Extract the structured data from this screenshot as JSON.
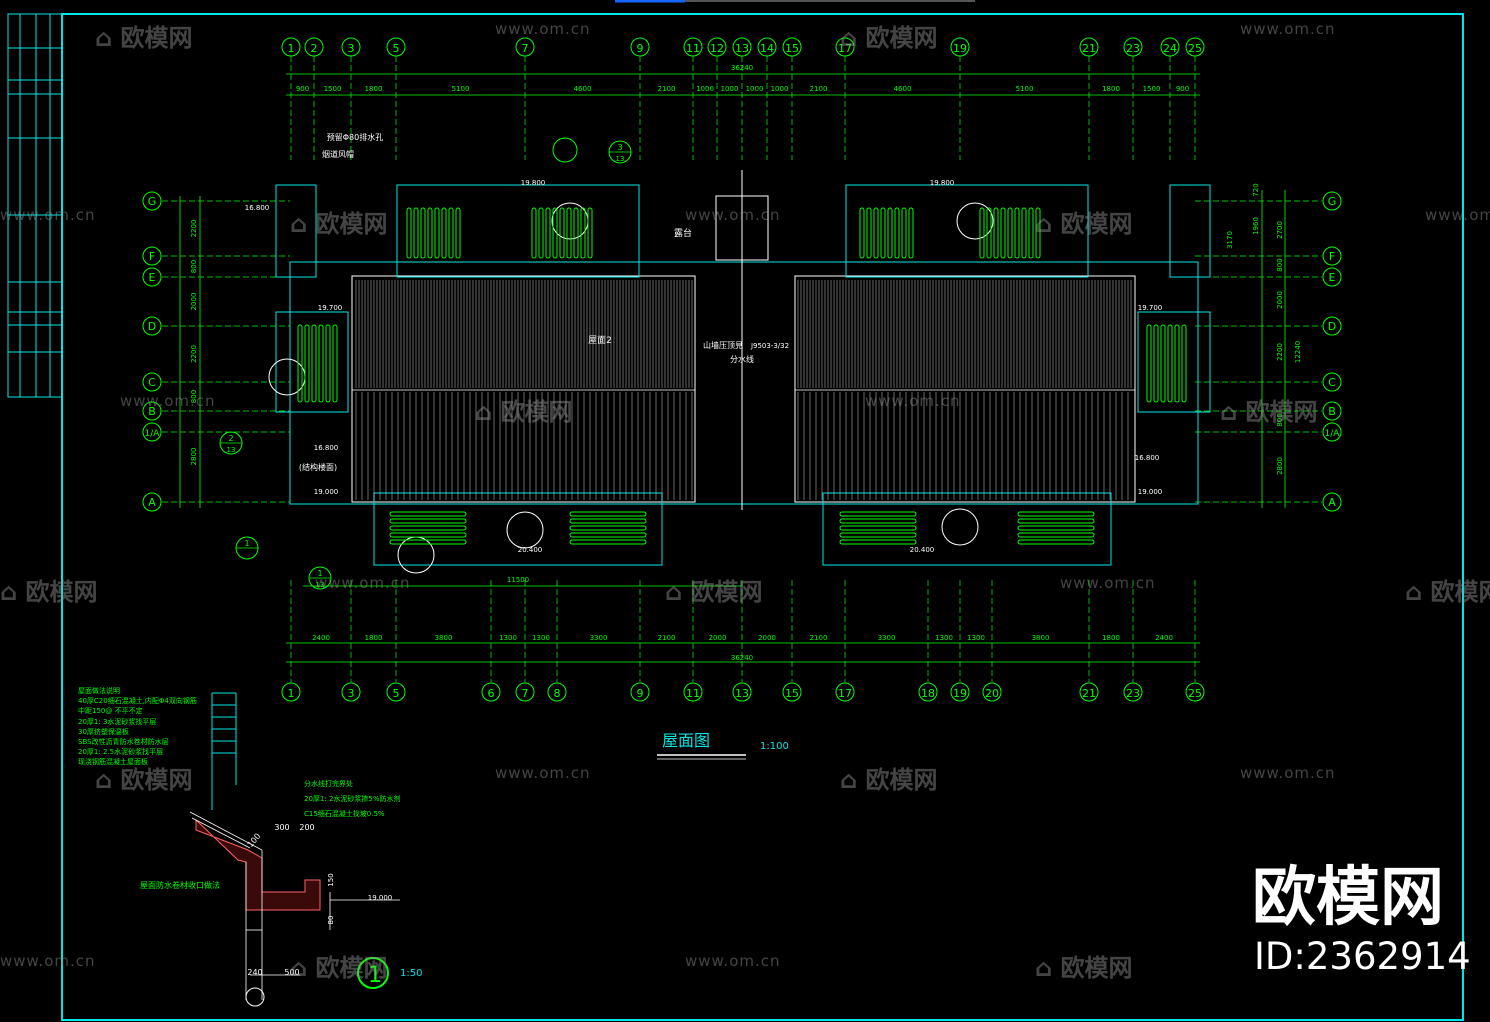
{
  "colors": {
    "background": "#000000",
    "frame": "#00e6e6",
    "axis": "#00ff00",
    "wall": "#00e6e6",
    "watermark": "#969696"
  },
  "drawing": {
    "title": "屋面图",
    "scale": "1:100",
    "detail_scale": "1:50",
    "top_axes": [
      "1",
      "2",
      "3",
      "5",
      "7",
      "9",
      "11",
      "12",
      "13",
      "14",
      "15",
      "17",
      "19",
      "21",
      "23",
      "24",
      "25"
    ],
    "bottom_axes": [
      "1",
      "3",
      "5",
      "6",
      "7",
      "8",
      "9",
      "11",
      "13",
      "15",
      "17",
      "18",
      "19",
      "20",
      "21",
      "23",
      "25"
    ],
    "row_axes": [
      "G",
      "F",
      "E",
      "D",
      "C",
      "B",
      "1/A",
      "A"
    ],
    "top_dims": [
      "900",
      "1500",
      "1800",
      "5100",
      "4600",
      "2100",
      "1000",
      "1000",
      "1000",
      "1000",
      "2100",
      "4600",
      "5100",
      "1800",
      "1500",
      "900"
    ],
    "bottom_dims": [
      "2400",
      "1800",
      "3800",
      "1300",
      "1300",
      "3300",
      "2100",
      "2000",
      "2000",
      "2100",
      "3300",
      "1300",
      "1300",
      "3800",
      "1800",
      "2400"
    ],
    "total_dim": "36240",
    "left_dims": [
      "2200",
      "800",
      "2000",
      "2200",
      "800",
      "2800"
    ],
    "right_dims": [
      "720",
      "1960",
      "3170",
      "2700",
      "800",
      "2000",
      "2200",
      "12240",
      "800",
      "2800"
    ],
    "labels": {
      "drain": "预留Φ80排水孔",
      "vent": "烟道风帽",
      "roof2": "屋面2",
      "terrace": "露台",
      "structure": "(结构楼面)",
      "ridge": "山墙压顶見",
      "ridge_ref": "J9503-3/32",
      "divide": "分水线",
      "elev_19800": "19.800",
      "elev_19700": "19.700",
      "elev_16800": "16.800",
      "elev_19000": "19.000",
      "elev_20400": "20.400",
      "dim_11500": "11500"
    },
    "detail_notes": [
      "屋面做法说明",
      "40厚C20细石混凝土,内配Φ4双向钢筋",
      "中距150@ 不平不定",
      "20厚1: 3水泥砂浆找平层",
      "30厚挤塑保温板",
      "SBS改性沥青防水卷材防水层",
      "20厚1: 2.5水泥砂浆找平层",
      "现浇钢筋混凝土屋面板"
    ],
    "detail_notes2": [
      "分水线打完界处",
      "20厚1: 2水泥砂浆掺5%防水剂",
      "C15细石混凝土找坡0.5%"
    ],
    "detail_label": "屋面防水卷材收口做法",
    "detail_dims": [
      "100",
      "300",
      "200",
      "150",
      "80",
      "19.000",
      "240",
      "500"
    ]
  },
  "watermark": {
    "logo": "欧模网",
    "url": "www.om.cn",
    "id": "ID:2362914"
  }
}
